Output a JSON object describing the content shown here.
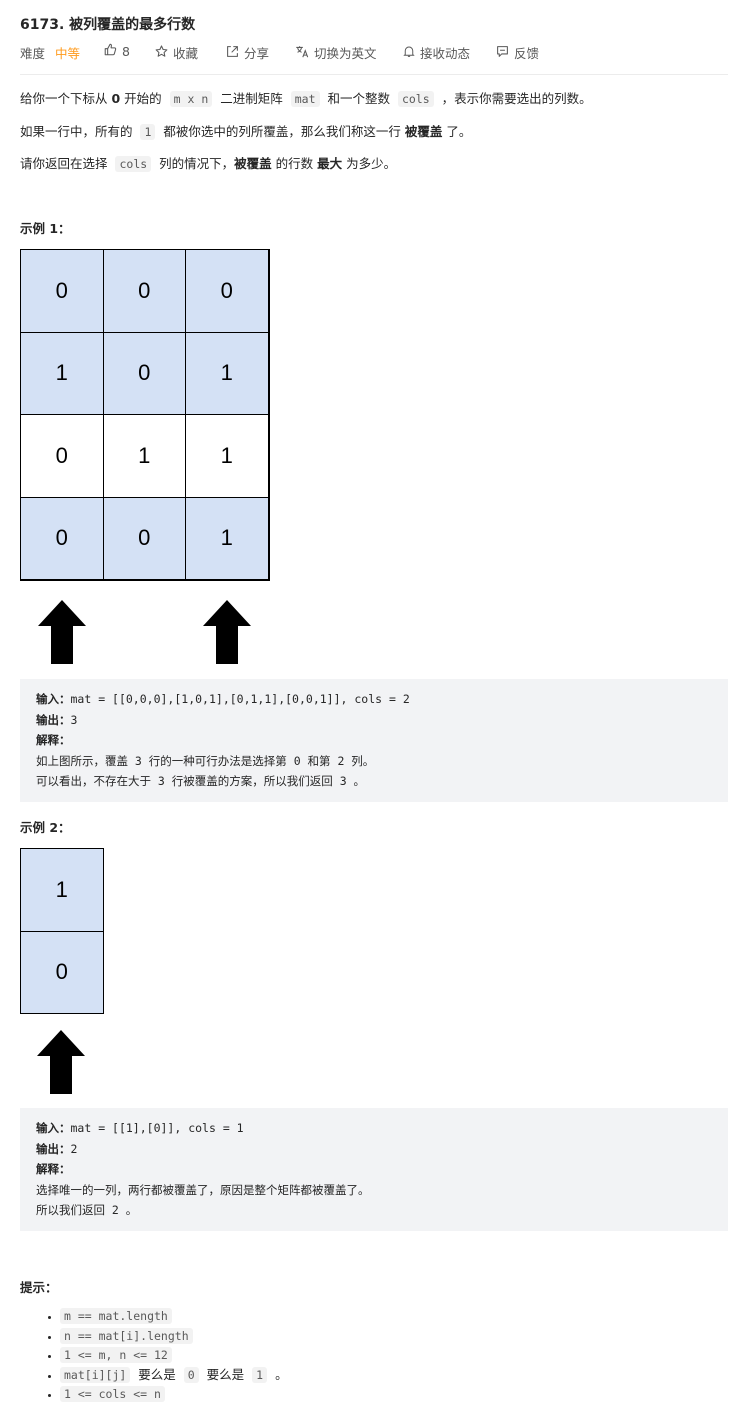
{
  "header": {
    "title": "6173. 被列覆盖的最多行数",
    "difficulty_label": "难度",
    "difficulty_value": "中等",
    "likes": "8",
    "favorite_label": "收藏",
    "share_label": "分享",
    "switch_lang_label": "切换为英文",
    "notify_label": "接收动态",
    "feedback_label": "反馈"
  },
  "description": {
    "p1": {
      "t1": "给你一个下标从 ",
      "b1": "0",
      "t2": " 开始的 ",
      "c1": "m x n",
      "t3": " 二进制矩阵 ",
      "c2": "mat",
      "t4": " 和一个整数 ",
      "c3": "cols",
      "t5": " ，表示你需要选出的列数。"
    },
    "p2": {
      "t1": "如果一行中，所有的 ",
      "c1": "1",
      "t2": " 都被你选中的列所覆盖，那么我们称这一行 ",
      "b1": "被覆盖",
      "t3": " 了。"
    },
    "p3": {
      "t1": "请你返回在选择 ",
      "c1": "cols",
      "t2": " 列的情况下，",
      "b1": "被覆盖",
      "t3": " 的行数 ",
      "b2": "最大",
      "t4": " 为多少。"
    }
  },
  "example1": {
    "title": "示例 1：",
    "matrix": [
      [
        "0",
        "0",
        "0"
      ],
      [
        "1",
        "0",
        "1"
      ],
      [
        "0",
        "1",
        "1"
      ],
      [
        "0",
        "0",
        "1"
      ]
    ],
    "highlighted_rows": [
      0,
      1,
      3
    ],
    "arrow_columns": [
      0,
      2
    ],
    "input_label": "输入：",
    "input_value": "mat = [[0,0,0],[1,0,1],[0,1,1],[0,0,1]], cols = 2",
    "output_label": "输出：",
    "output_value": "3",
    "explain_label": "解释：",
    "explain_line1": "如上图所示，覆盖 3 行的一种可行办法是选择第 0 和第 2 列。",
    "explain_line2": "可以看出，不存在大于 3 行被覆盖的方案，所以我们返回 3 。"
  },
  "example2": {
    "title": "示例 2：",
    "matrix": [
      [
        "1"
      ],
      [
        "0"
      ]
    ],
    "highlighted_rows": [
      0,
      1
    ],
    "arrow_columns": [
      0
    ],
    "input_label": "输入：",
    "input_value": "mat = [[1],[0]], cols = 1",
    "output_label": "输出：",
    "output_value": "2",
    "explain_label": "解释：",
    "explain_line1": "选择唯一的一列，两行都被覆盖了，原因是整个矩阵都被覆盖了。",
    "explain_line2": "所以我们返回 2 。"
  },
  "hints": {
    "title": "提示：",
    "c1": "m == mat.length",
    "c2": "n == mat[i].length",
    "c3": "1 <= m, n <= 12",
    "c4a": "mat[i][j]",
    "t4a": " 要么是 ",
    "c4b": "0",
    "t4b": " 要么是 ",
    "c4c": "1",
    "t4c": " 。",
    "c5": "1 <= cols <= n"
  }
}
